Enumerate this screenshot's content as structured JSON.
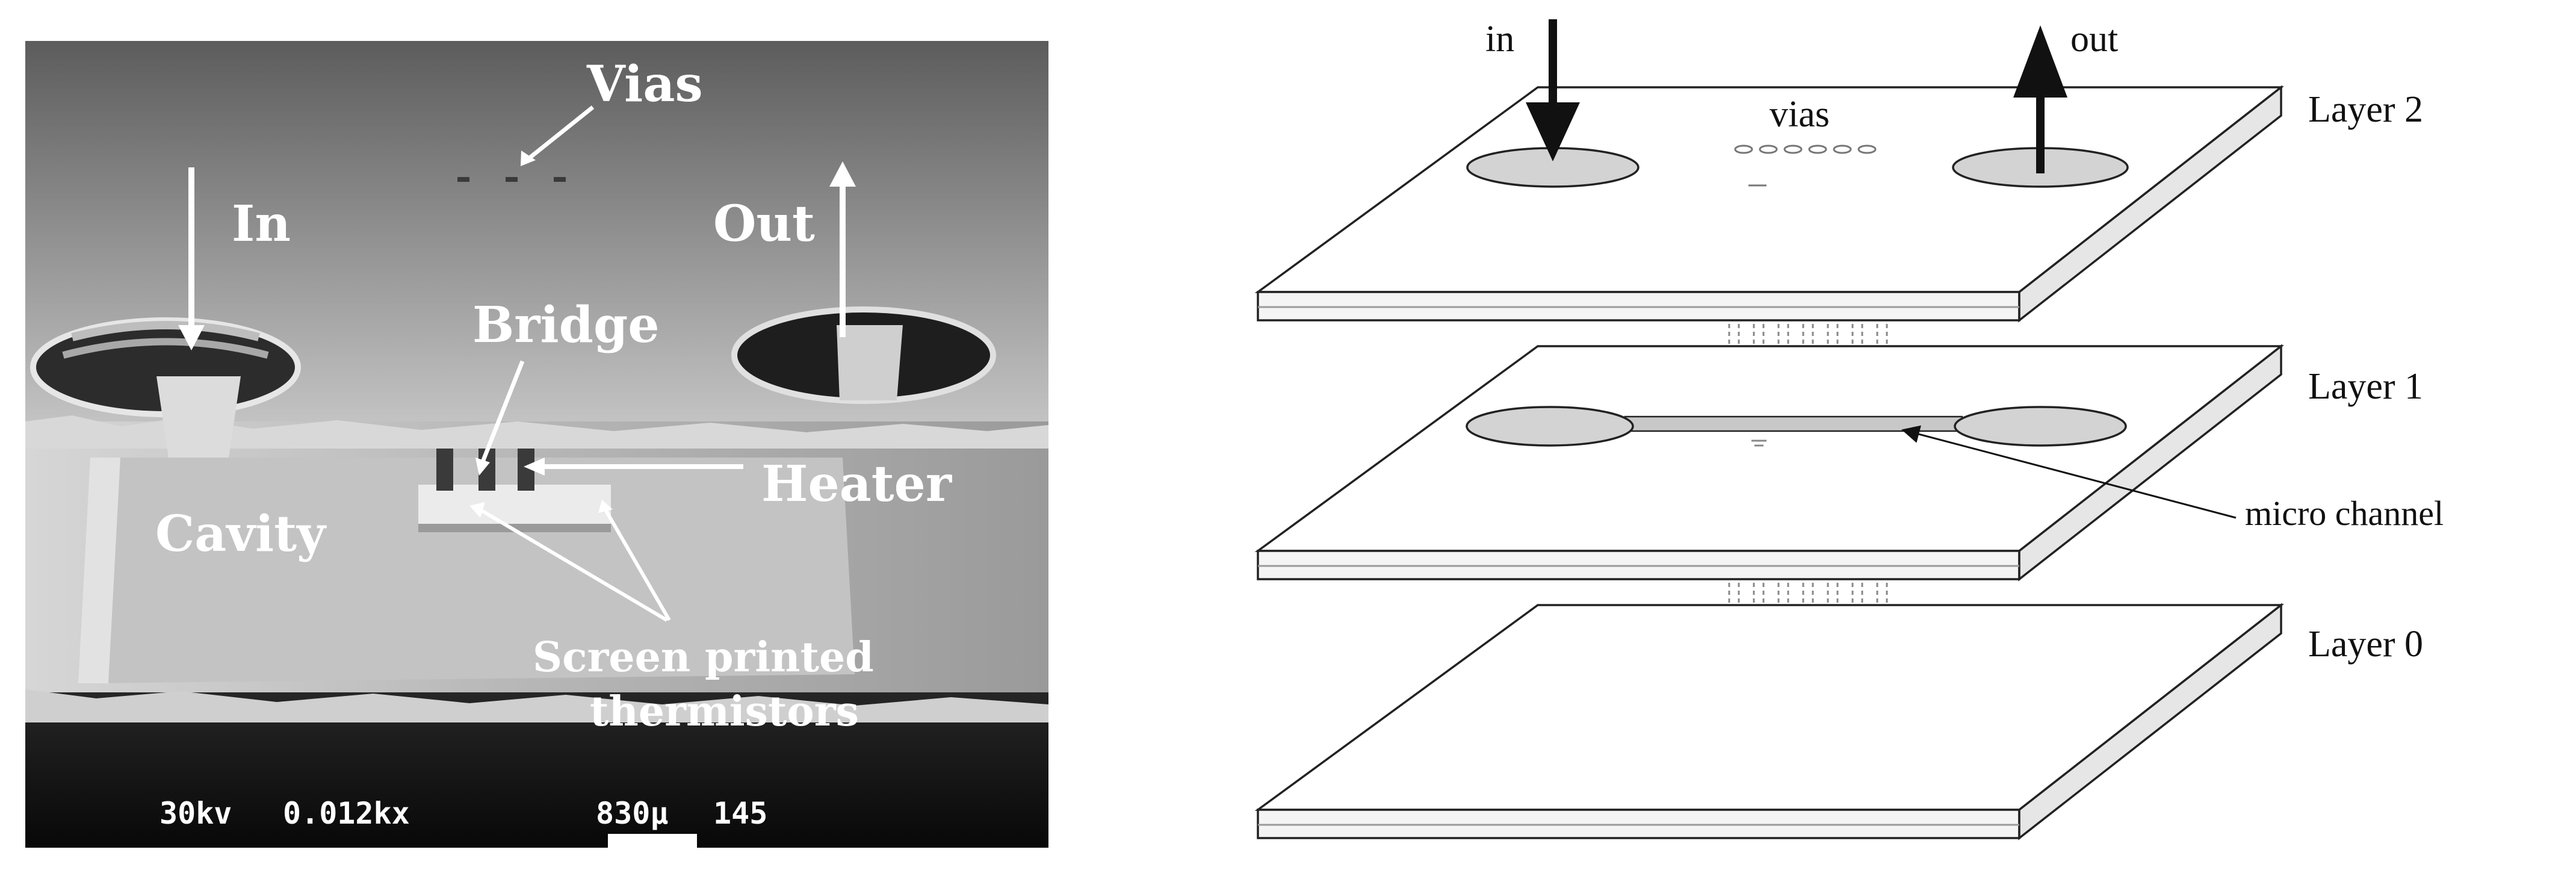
{
  "sem_photo": {
    "labels": {
      "vias": "Vias",
      "in": "In",
      "out": "Out",
      "bridge": "Bridge",
      "heater": "Heater",
      "cavity": "Cavity",
      "thermistors_line1": "Screen printed",
      "thermistors_line2": "thermistors"
    },
    "scale_bar": {
      "voltage": "30kv",
      "magnification": "0.012kx",
      "length": "830µ",
      "frame": "145"
    }
  },
  "layer_diagram": {
    "flow_in": "in",
    "flow_out": "out",
    "vias": "vias",
    "layers": [
      "Layer 2",
      "Layer 1",
      "Layer 0"
    ],
    "channel": "micro channel"
  }
}
